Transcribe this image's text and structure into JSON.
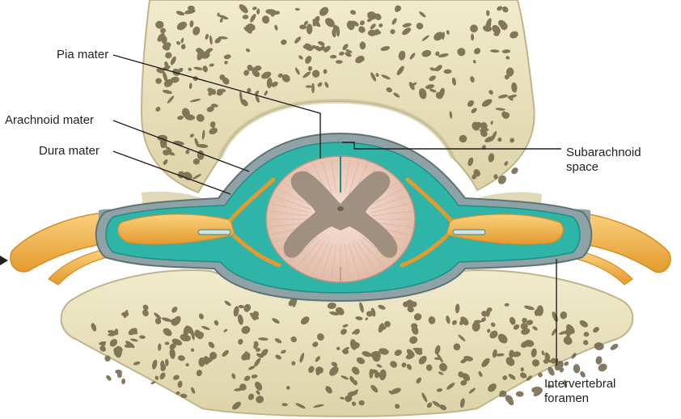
{
  "labels": {
    "pia_mater": "Pia mater",
    "arachnoid_mater": "Arachnoid mater",
    "dura_mater": "Dura mater",
    "subarachnoid_space": "Subarachnoid\nspace",
    "intervertebral_foramen": "Intervertebral\nforamen"
  },
  "colors": {
    "bone": "#e9e1bd",
    "bone_outline": "#bfb48a",
    "bone_pore": "#6e6245",
    "bone_shadow": "#c9bf97",
    "dura": "#8fa3a6",
    "csf": "#2fb4a8",
    "csf_dark": "#1f8d86",
    "spinal_cord": "#edd0c2",
    "gray_matter": "#9c8c7c",
    "nerve_root": "#f3b24f",
    "nerve_root_dark": "#d98c22",
    "leader_line": "#231f20"
  },
  "icons": {
    "pointer": "arrowhead-icon"
  }
}
